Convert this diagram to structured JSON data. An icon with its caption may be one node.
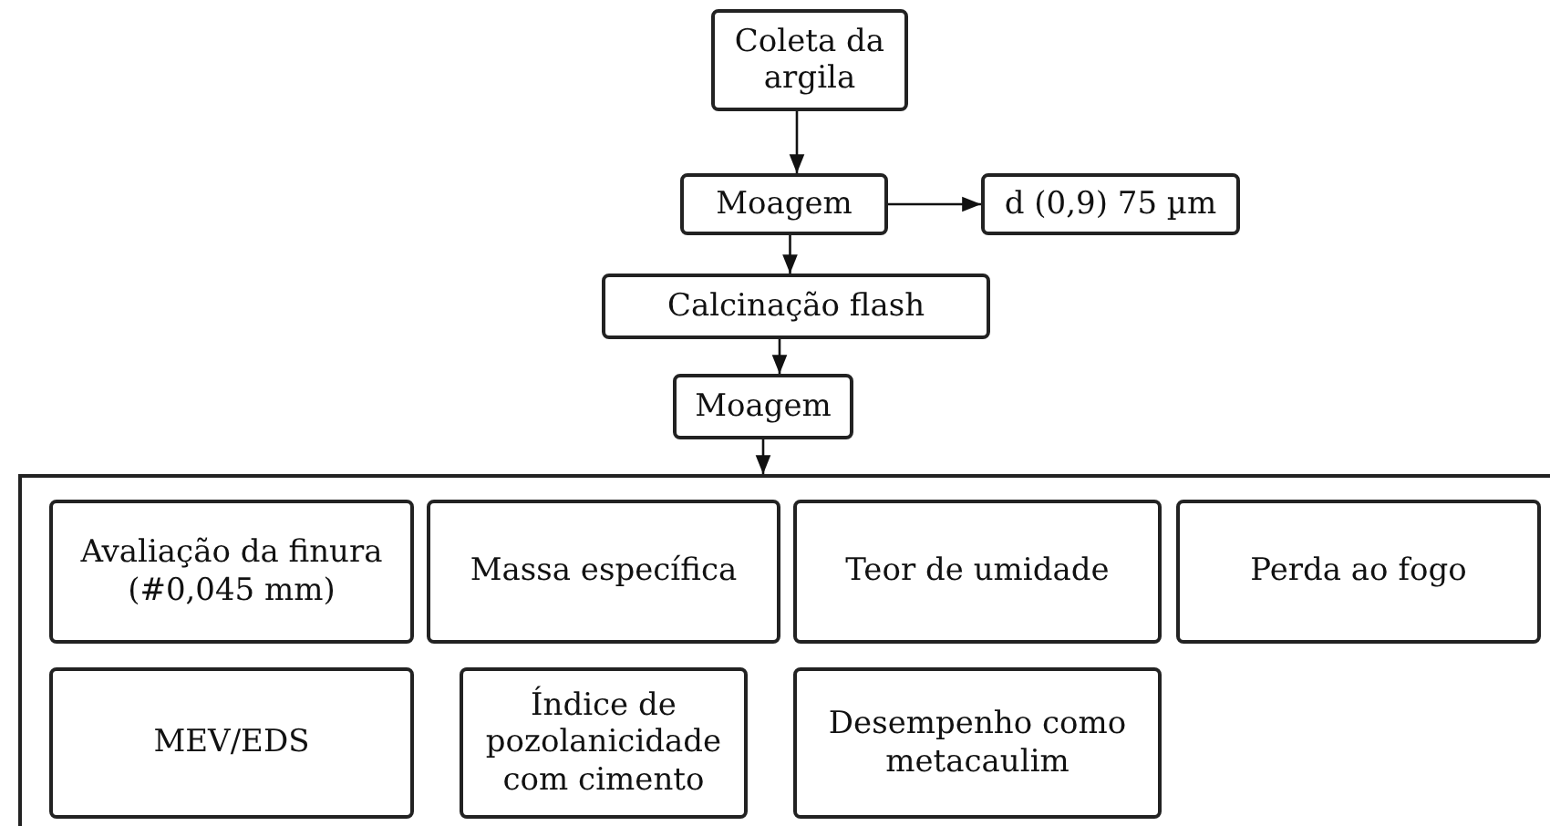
{
  "diagram": {
    "nodes": [
      {
        "text": [
          "Coleta da argila"
        ]
      },
      {
        "text": [
          "Moagem"
        ]
      },
      {
        "text": [
          "d (0,9) 75 µm"
        ]
      },
      {
        "text": [
          "Calcinação flash"
        ]
      },
      {
        "text": [
          "Moagem"
        ]
      },
      {
        "text": [],
        "shape": "box"
      },
      {
        "text": [
          "Avaliação da finura (#0,045 mm)"
        ],
        "in": 5
      },
      {
        "text": [
          "Massa específica"
        ],
        "in": 5
      },
      {
        "text": [
          "Teor de umidade"
        ],
        "in": 5
      },
      {
        "text": [
          "Perda ao fogo"
        ],
        "in": 5
      },
      {
        "text": [
          "MEV/EDS"
        ],
        "in": 5
      },
      {
        "text": [
          "Índice de pozolanicidade com cimento"
        ],
        "in": 5
      },
      {
        "text": [
          "Desempenho como metacaulim"
        ],
        "in": 5
      }
    ],
    "edges": [
      {
        "from": 0,
        "to": 1,
        "arrow": "to"
      },
      {
        "from": 1,
        "to": 2,
        "arrow": "to"
      },
      {
        "from": 1,
        "to": 3,
        "arrow": "to"
      },
      {
        "from": 3,
        "to": 4,
        "arrow": "to"
      },
      {
        "from": 4,
        "to": 5,
        "arrow": "to"
      }
    ]
  }
}
